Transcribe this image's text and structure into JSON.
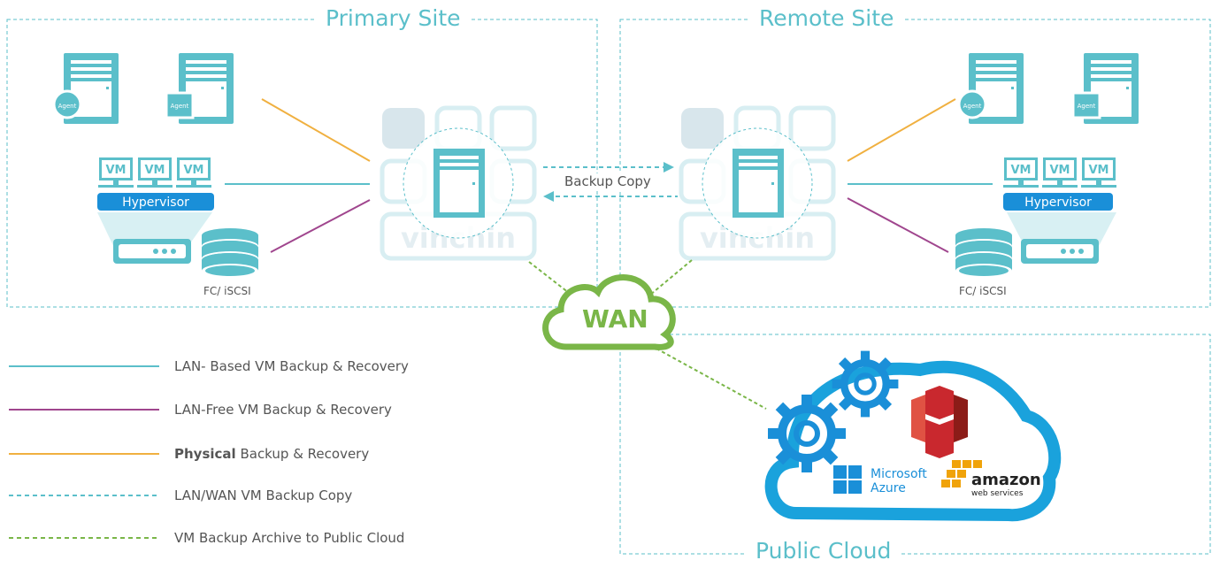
{
  "sites": {
    "primary": "Primary Site",
    "remote": "Remote Site",
    "cloud": "Public Cloud"
  },
  "hypervisor_label": "Hypervisor",
  "vm_label": "VM",
  "agent_label": "Agent",
  "storage_caption": "FC/ iSCSI",
  "backup_copy": "Backup Copy",
  "wan": "WAN",
  "brand_watermark": "vinchin",
  "cloud_vendors": {
    "microsoft_line1": "Microsoft",
    "microsoft_line2": "Azure",
    "amazon_line1": "amazon",
    "amazon_line2": "web services"
  },
  "legend": [
    {
      "prefix": "",
      "text": "LAN- Based VM Backup & Recovery",
      "color": "#5bbfca",
      "style": "solid"
    },
    {
      "prefix": "",
      "text": "LAN-Free VM Backup & Recovery",
      "color": "#a0468e",
      "style": "solid"
    },
    {
      "prefix": "Physical",
      "text": " Backup & Recovery",
      "color": "#f0b040",
      "style": "solid"
    },
    {
      "prefix": "",
      "text": "LAN/WAN VM Backup Copy",
      "color": "#5bbfca",
      "style": "dashed"
    },
    {
      "prefix": "",
      "text": "VM Backup Archive to Public Cloud",
      "color": "#7ab648",
      "style": "dashed"
    }
  ],
  "colors": {
    "teal": "#5bbfca",
    "purple": "#a0468e",
    "orange": "#f0b040",
    "green": "#7ab648",
    "blue": "#1a8fd8"
  }
}
